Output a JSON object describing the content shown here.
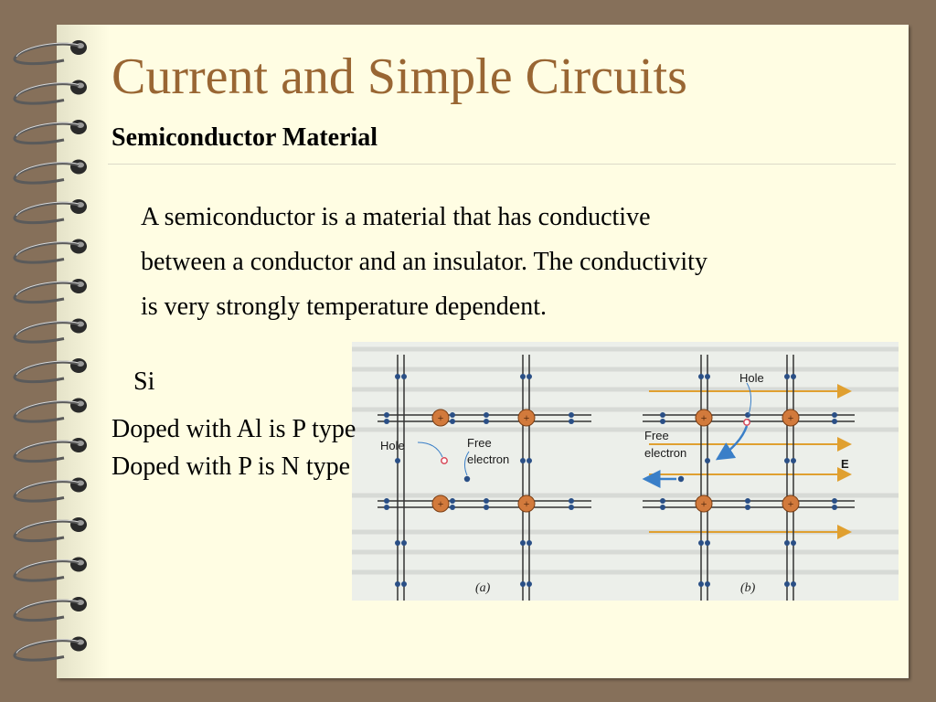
{
  "slide": {
    "title": "Current and Simple Circuits",
    "subtitle": "Semiconductor Material",
    "paragraph_lines": [
      "A semiconductor is a material that has conductive",
      "between a conductor and an insulator.  The conductivity",
      "is very strongly temperature dependent."
    ],
    "labels": {
      "si": "Si",
      "doped_al": "Doped with Al is P type",
      "doped_p": "Doped with P is N type"
    }
  },
  "figure": {
    "panel_a": {
      "hole_label": "Hole",
      "free_label": "Free",
      "electron_label": "electron",
      "caption": "(a)"
    },
    "panel_b": {
      "hole_label": "Hole",
      "free_label": "Free",
      "electron_label": "electron",
      "field_label": "E",
      "caption": "(b)"
    },
    "colors": {
      "atom": "#d27a3c",
      "electron": "#2a4f86",
      "hole": "#d84a5a",
      "field_arrow": "#e0a030",
      "motion_arrow": "#3a7fc8"
    }
  }
}
